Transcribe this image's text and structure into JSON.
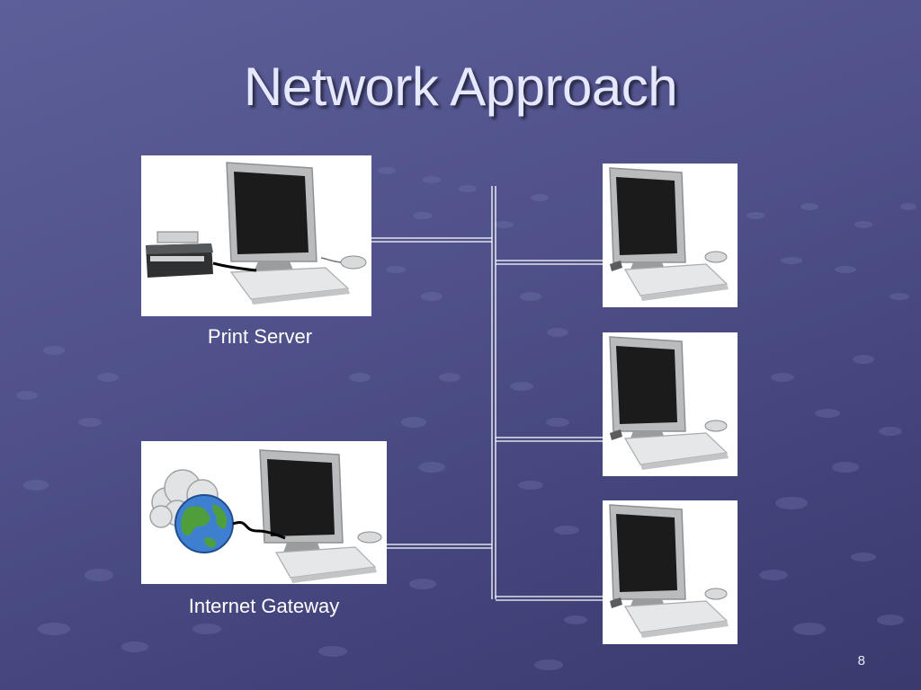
{
  "slide": {
    "title": "Network Approach",
    "page_number": "8"
  },
  "nodes": {
    "print_server": {
      "caption": "Print Server",
      "icon": "computer-with-printer"
    },
    "internet_gateway": {
      "caption": "Internet Gateway",
      "icon": "computer-with-globe-and-cloud"
    },
    "clients": [
      {
        "icon": "computer"
      },
      {
        "icon": "computer"
      },
      {
        "icon": "computer"
      }
    ]
  },
  "colors": {
    "background": "#4f5089",
    "title_text": "#e6e8ff",
    "caption_text": "#ffffff",
    "wire": "#ffffff"
  }
}
